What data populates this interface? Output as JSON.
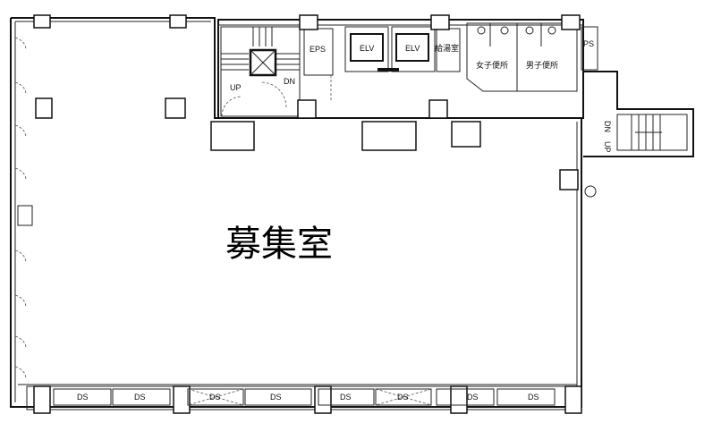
{
  "floor_plan": {
    "main_room_label": "募集室",
    "core": {
      "eps": "EPS",
      "elevators": [
        "ELV",
        "ELV"
      ],
      "kitchenette": "給湯室",
      "womens_restroom": "女子便所",
      "mens_restroom": "男子便所",
      "ps": "PS",
      "stair_left": {
        "up": "UP",
        "down": "DN"
      },
      "stair_right": {
        "up": "UP",
        "down": "DN"
      }
    },
    "ds_labels": [
      "DS",
      "DS",
      "DS",
      "DS",
      "DS",
      "DS",
      "DS",
      "DS"
    ]
  }
}
